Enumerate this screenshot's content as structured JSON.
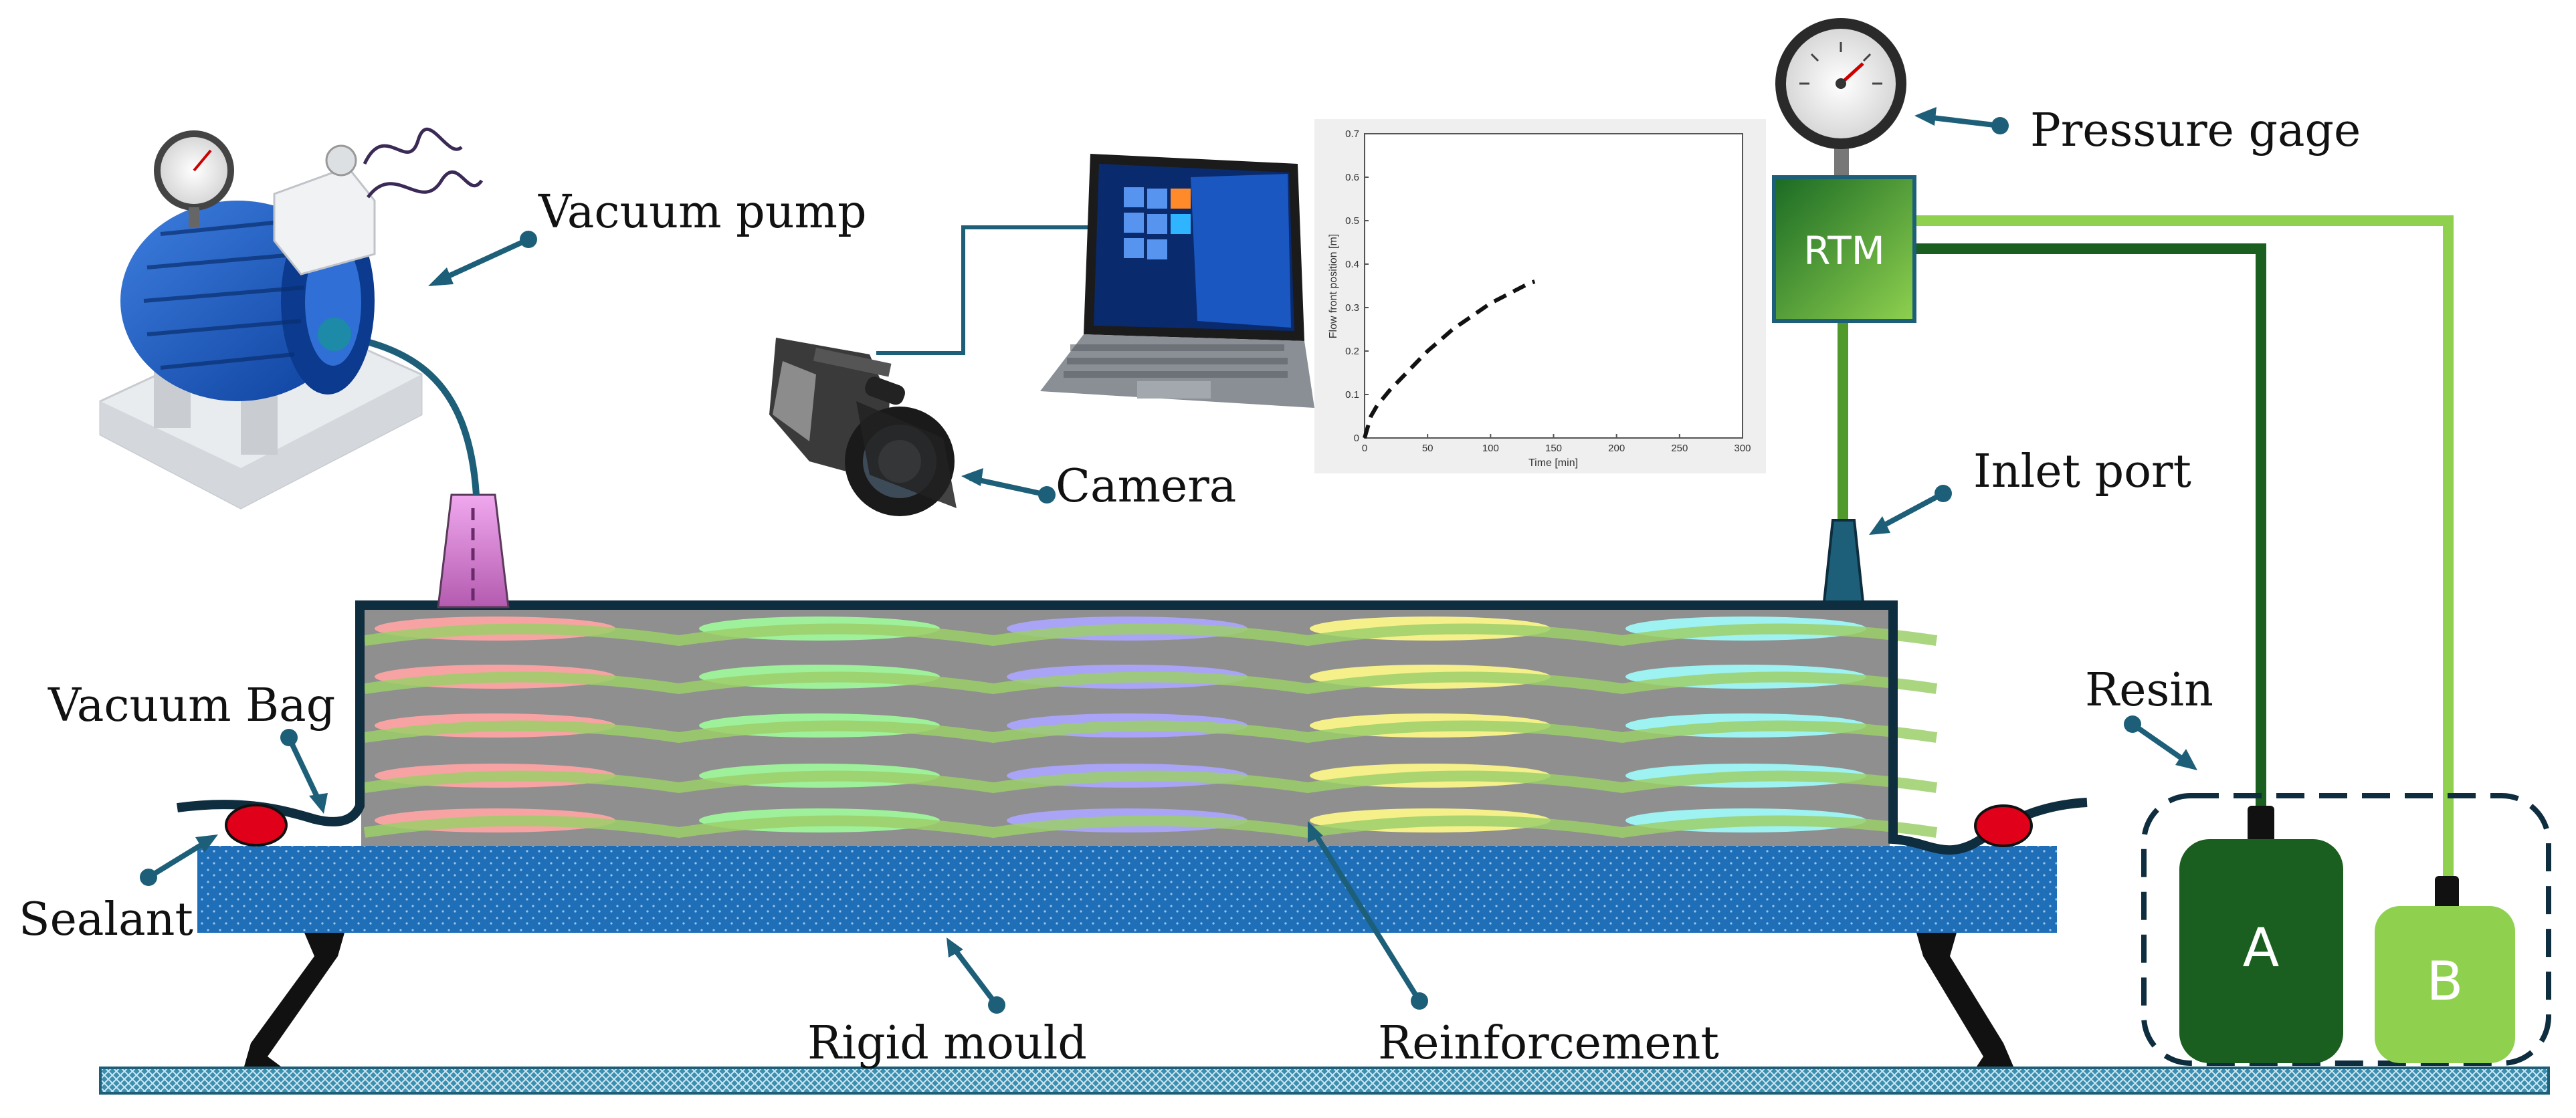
{
  "labels": {
    "vacuum_pump": "Vacuum pump",
    "camera": "Camera",
    "pressure_gage": "Pressure gage",
    "inlet_port": "Inlet port",
    "vacuum_bag": "Vacuum Bag",
    "sealant": "Sealant",
    "resin": "Resin",
    "rigid_mould": "Rigid mould",
    "reinforcement": "Reinforcement",
    "rtm": "RTM",
    "container_a": "A",
    "container_b": "B"
  },
  "chart_data": {
    "type": "line",
    "title": "",
    "xlabel": "Time [min]",
    "ylabel": "Flow front position [m]",
    "xlim": [
      0,
      300
    ],
    "ylim": [
      0,
      0.7
    ],
    "xticks": [
      0,
      50,
      100,
      150,
      200,
      250,
      300
    ],
    "yticks": [
      0,
      0.1,
      0.2,
      0.3,
      0.4,
      0.5,
      0.6,
      0.7
    ],
    "series": [
      {
        "style": "dashed",
        "x": [
          0,
          5,
          10,
          20,
          30,
          40,
          50,
          60,
          70,
          80,
          90,
          100,
          110,
          120,
          130,
          135
        ],
        "y": [
          0,
          0.05,
          0.075,
          0.11,
          0.14,
          0.17,
          0.2,
          0.225,
          0.25,
          0.27,
          0.29,
          0.31,
          0.325,
          0.34,
          0.355,
          0.36
        ]
      }
    ]
  },
  "colors": {
    "accent_blue": "#1f6fb8",
    "pointer_teal": "#1d5f78",
    "rtm_dark_green": "#1a5e20",
    "rtm_light_green": "#8fd14f",
    "sealant_red": "#e0001a"
  }
}
